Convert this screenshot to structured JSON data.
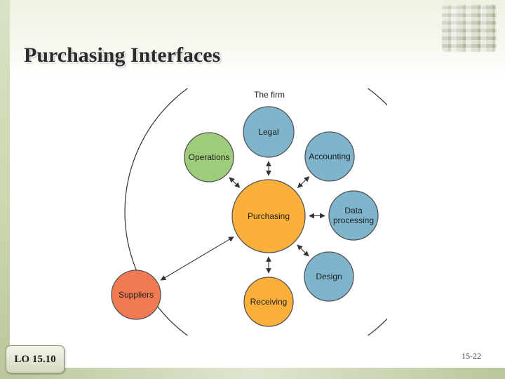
{
  "slide": {
    "title": "Purchasing Interfaces",
    "lo_label": "LO 15.10",
    "slide_number": "15-22"
  },
  "diagram": {
    "boundary_label": "The firm",
    "center": {
      "id": "purchasing",
      "lines": [
        "Purchasing"
      ],
      "color": "#fbb03b"
    },
    "nodes": [
      {
        "id": "legal",
        "lines": [
          "Legal"
        ],
        "color": "#7fb5cc"
      },
      {
        "id": "accounting",
        "lines": [
          "Accounting"
        ],
        "color": "#7fb5cc"
      },
      {
        "id": "data-processing",
        "lines": [
          "Data",
          "processing"
        ],
        "color": "#7fb5cc"
      },
      {
        "id": "design",
        "lines": [
          "Design"
        ],
        "color": "#7fb5cc"
      },
      {
        "id": "receiving",
        "lines": [
          "Receiving"
        ],
        "color": "#fbb03b"
      },
      {
        "id": "operations",
        "lines": [
          "Operations"
        ],
        "color": "#9fcc7b"
      },
      {
        "id": "suppliers",
        "lines": [
          "Suppliers"
        ],
        "color": "#f07b52"
      }
    ],
    "edges": [
      {
        "from": "purchasing",
        "to": "legal",
        "direction": "both"
      },
      {
        "from": "purchasing",
        "to": "accounting",
        "direction": "both"
      },
      {
        "from": "purchasing",
        "to": "data-processing",
        "direction": "both"
      },
      {
        "from": "purchasing",
        "to": "design",
        "direction": "both"
      },
      {
        "from": "purchasing",
        "to": "receiving",
        "direction": "both"
      },
      {
        "from": "purchasing",
        "to": "operations",
        "direction": "both"
      },
      {
        "from": "purchasing",
        "to": "suppliers",
        "direction": "both"
      }
    ],
    "colors": {
      "stroke": "#555555",
      "boundary": "#333333",
      "arrow": "#333333"
    }
  }
}
